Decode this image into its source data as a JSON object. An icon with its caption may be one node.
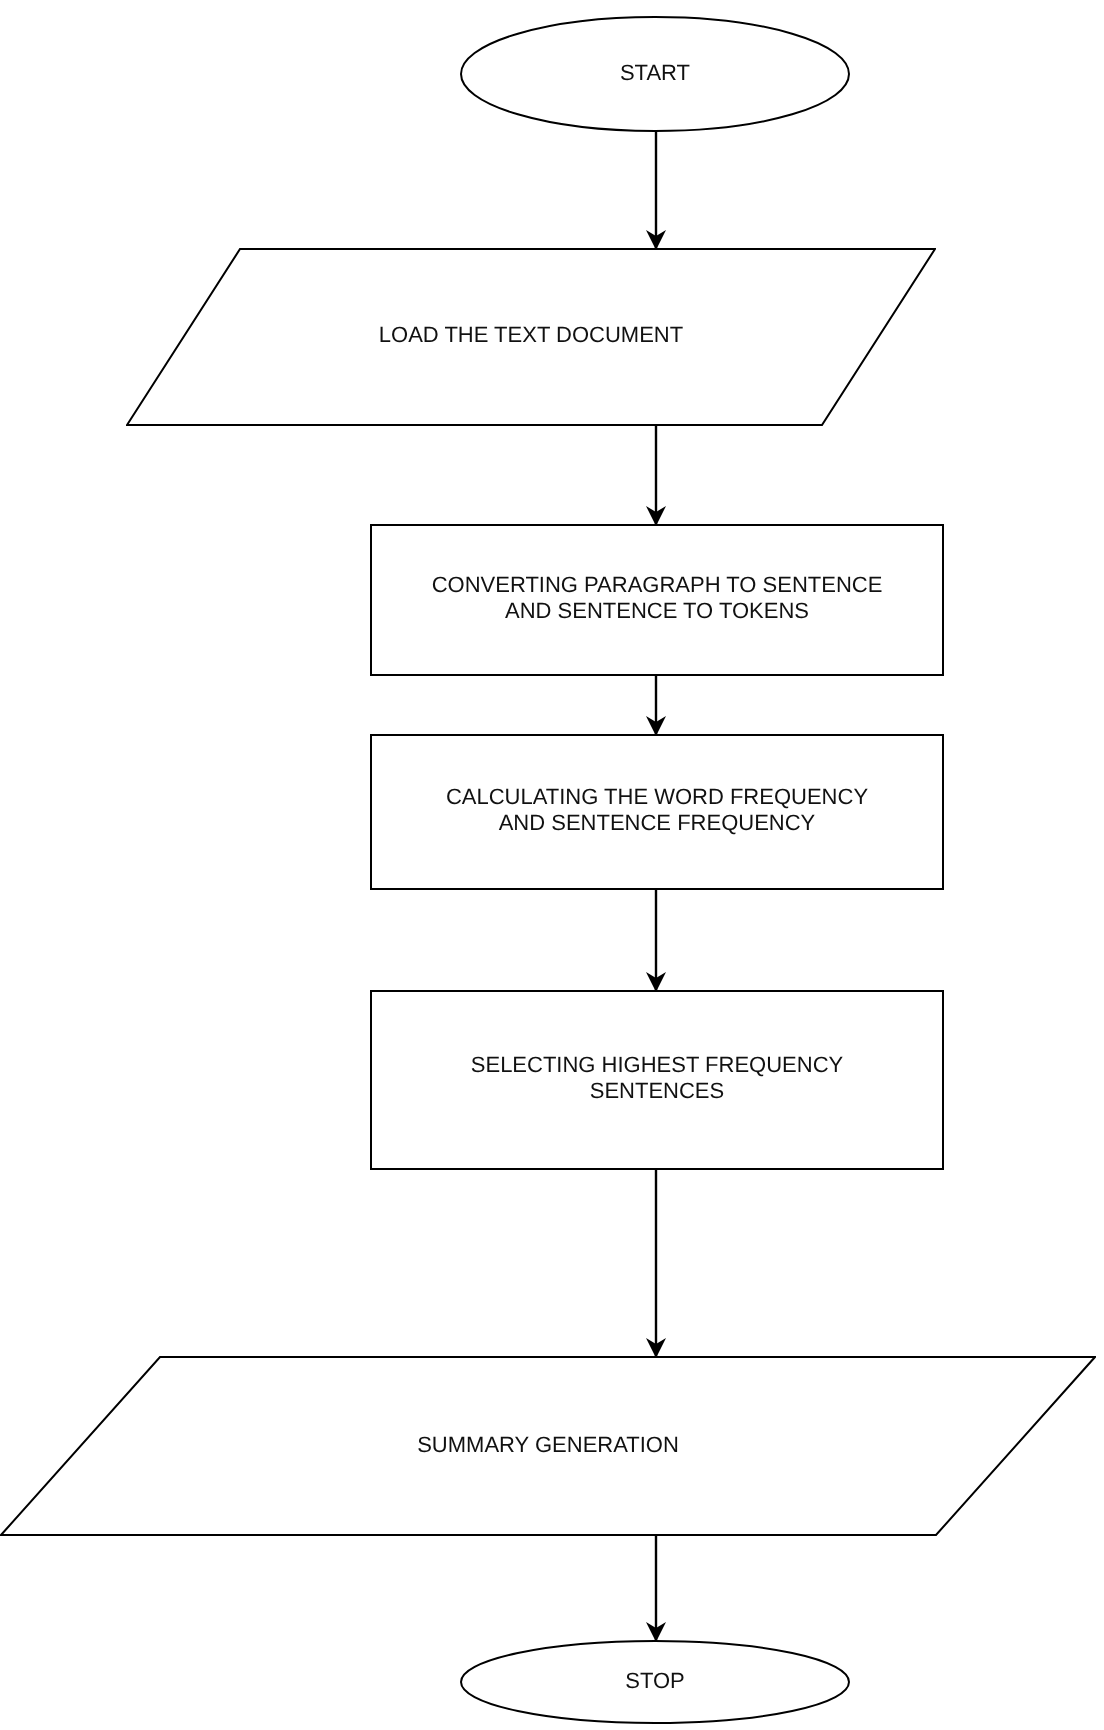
{
  "diagram": {
    "nodes": [
      {
        "text": [
          "START"
        ]
      },
      {
        "text": [
          "LOAD THE TEXT DOCUMENT"
        ]
      },
      {
        "text": [
          "CONVERTING PARAGRAPH TO SENTENCE AND SENTENCE TO TOKENS"
        ]
      },
      {
        "text": [
          "CALCULATING THE WORD FREQUENCY AND SENTENCE FREQUENCY"
        ]
      },
      {
        "text": [
          "SELECTING HIGHEST FREQUENCY SENTENCES"
        ]
      },
      {
        "text": [
          "SUMMARY GENERATION"
        ]
      },
      {
        "text": [
          "STOP"
        ]
      }
    ],
    "edges": [
      {
        "from": 0,
        "to": 1,
        "arrow": "to"
      },
      {
        "from": 1,
        "to": 2,
        "arrow": "to"
      },
      {
        "from": 2,
        "to": 3,
        "arrow": "to"
      },
      {
        "from": 3,
        "to": 4,
        "arrow": "to"
      },
      {
        "from": 4,
        "to": 5,
        "arrow": "to"
      },
      {
        "from": 5,
        "to": 6,
        "arrow": "to"
      }
    ]
  }
}
